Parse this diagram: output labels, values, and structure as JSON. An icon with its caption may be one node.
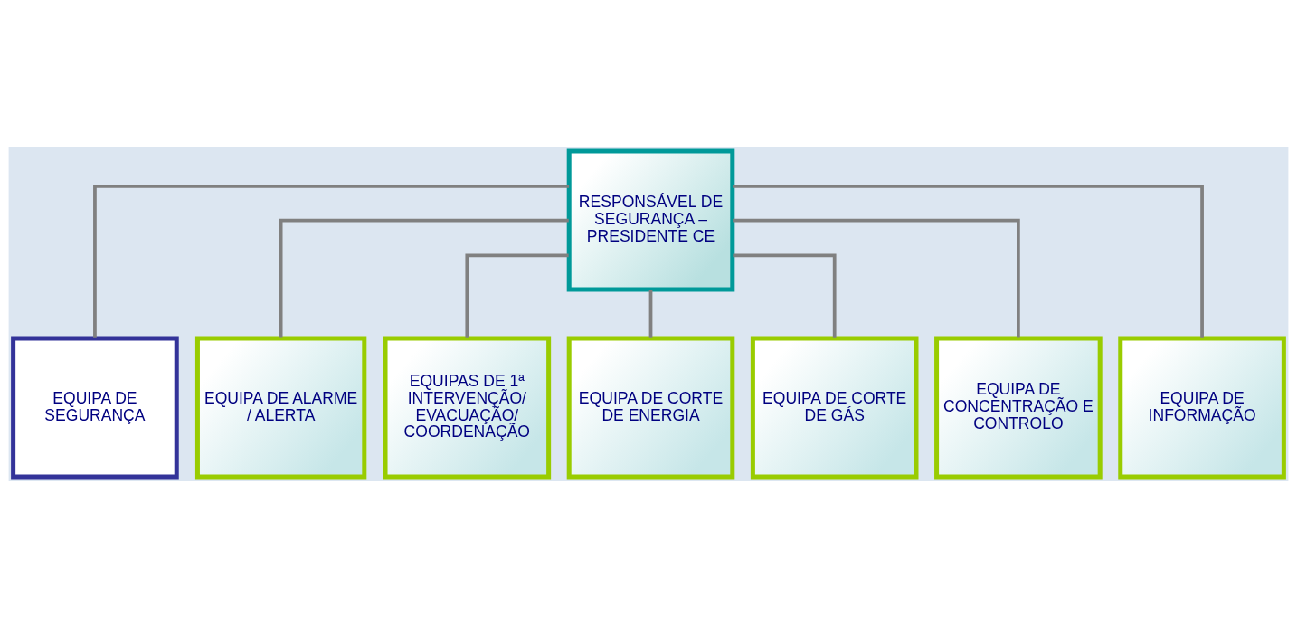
{
  "diagram": {
    "nodes": [
      {
        "text": [
          "RESPONSÁVEL DE SEGURANÇA – PRESIDENTE CE"
        ]
      },
      {
        "text": [
          "EQUIPA DE SEGURANÇA"
        ]
      },
      {
        "text": [
          "EQUIPA DE ALARME / ALERTA"
        ]
      },
      {
        "text": [
          "EQUIPAS DE 1ª INTERVENÇÃO/ EVACUAÇÃO/ COORDENAÇÃO"
        ]
      },
      {
        "text": [
          "EQUIPA DE CORTE DE ENERGIA"
        ]
      },
      {
        "text": [
          "EQUIPA DE CORTE DE GÁS"
        ]
      },
      {
        "text": [
          "EQUIPA DE CONCENTRAÇÃO E CONTROLO"
        ]
      },
      {
        "text": [
          "EQUIPA DE INFORMAÇÃO"
        ]
      }
    ],
    "edges": [
      {
        "from": 0,
        "to": 1,
        "arrow": "none"
      },
      {
        "from": 0,
        "to": 2,
        "arrow": "none"
      },
      {
        "from": 0,
        "to": 3,
        "arrow": "none"
      },
      {
        "from": 0,
        "to": 4,
        "arrow": "none"
      },
      {
        "from": 0,
        "to": 5,
        "arrow": "none"
      },
      {
        "from": 0,
        "to": 6,
        "arrow": "none"
      },
      {
        "from": 0,
        "to": 7,
        "arrow": "none"
      }
    ]
  }
}
